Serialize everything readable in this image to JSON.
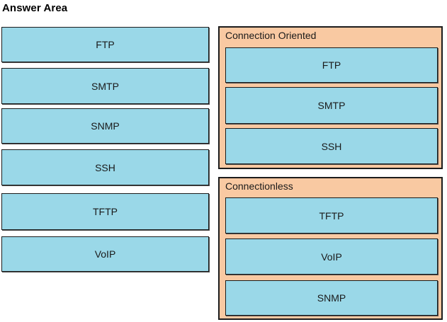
{
  "title": "Answer Area",
  "colors": {
    "tile_bg": "#9AD8E8",
    "panel_bg": "#F9C9A2",
    "border": "#1C1C1C",
    "text": "#1A1A1A"
  },
  "source_items": [
    "FTP",
    "SMTP",
    "SNMP",
    "SSH",
    "TFTP",
    "VoIP"
  ],
  "panels": [
    {
      "label": "Connection Oriented",
      "items": [
        "FTP",
        "SMTP",
        "SSH"
      ]
    },
    {
      "label": "Connectionless",
      "items": [
        "TFTP",
        "VoIP",
        "SNMP"
      ]
    }
  ]
}
